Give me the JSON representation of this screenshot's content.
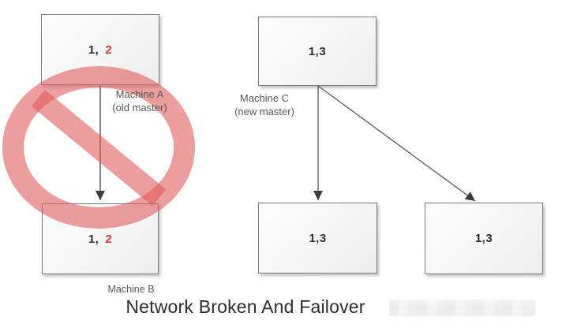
{
  "diagram": {
    "caption": "Network Broken And Failover",
    "machine_a": {
      "value_black": "1,",
      "value_red": "2",
      "label_line1": "Machine A",
      "label_line2": "(old master)"
    },
    "machine_b": {
      "value_black": "1,",
      "value_red": "2",
      "label": "Machine B"
    },
    "machine_c": {
      "value": "1,3",
      "label_line1": "Machine C",
      "label_line2": "(new master)"
    },
    "replica_left": {
      "value": "1,3"
    },
    "replica_right": {
      "value": "1,3"
    },
    "icons": {
      "prohibition": "prohibition-sign (red circle with slash over Machine A and Machine B link)"
    },
    "colors": {
      "prohibition_red": "#e05c5c",
      "value_red": "#d93430",
      "arrow_line": "#5a5a5a",
      "arrow_head": "#3a3a3a",
      "box_border": "#7b7b7b",
      "label_gray": "#575757",
      "caption_dark": "#2d2d2d"
    }
  }
}
